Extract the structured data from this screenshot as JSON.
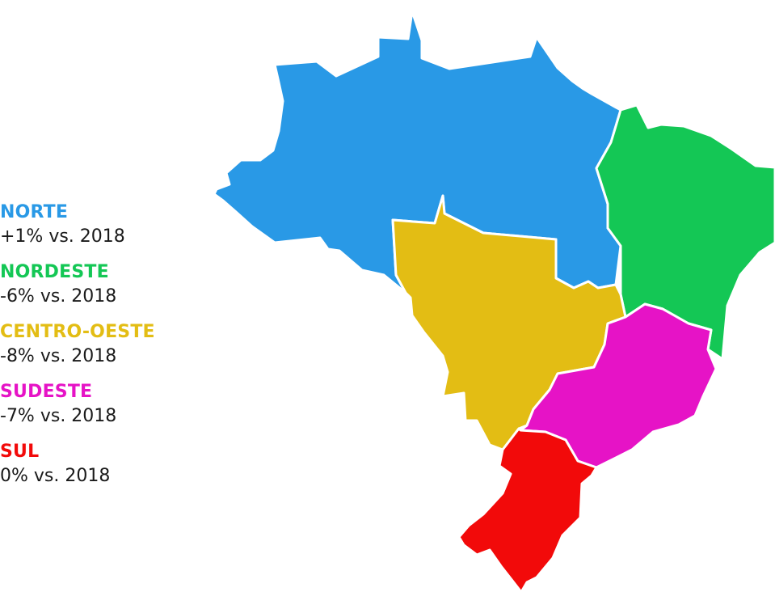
{
  "regions": [
    {
      "id": "norte",
      "name": "NORTE",
      "change": "+1% vs. 2018",
      "change_pct": 1,
      "color": "#2999e6"
    },
    {
      "id": "nordeste",
      "name": "NORDESTE",
      "change": "-6% vs. 2018",
      "change_pct": -6,
      "color": "#14c755"
    },
    {
      "id": "centro-oeste",
      "name": "CENTRO-OESTE",
      "change": "-8% vs. 2018",
      "change_pct": -8,
      "color": "#e3bd14"
    },
    {
      "id": "sudeste",
      "name": "SUDESTE",
      "change": "-7% vs. 2018",
      "change_pct": -7,
      "color": "#e613c6"
    },
    {
      "id": "sul",
      "name": "SUL",
      "change": "0% vs. 2018",
      "change_pct": 0,
      "color": "#f20a0a"
    }
  ]
}
